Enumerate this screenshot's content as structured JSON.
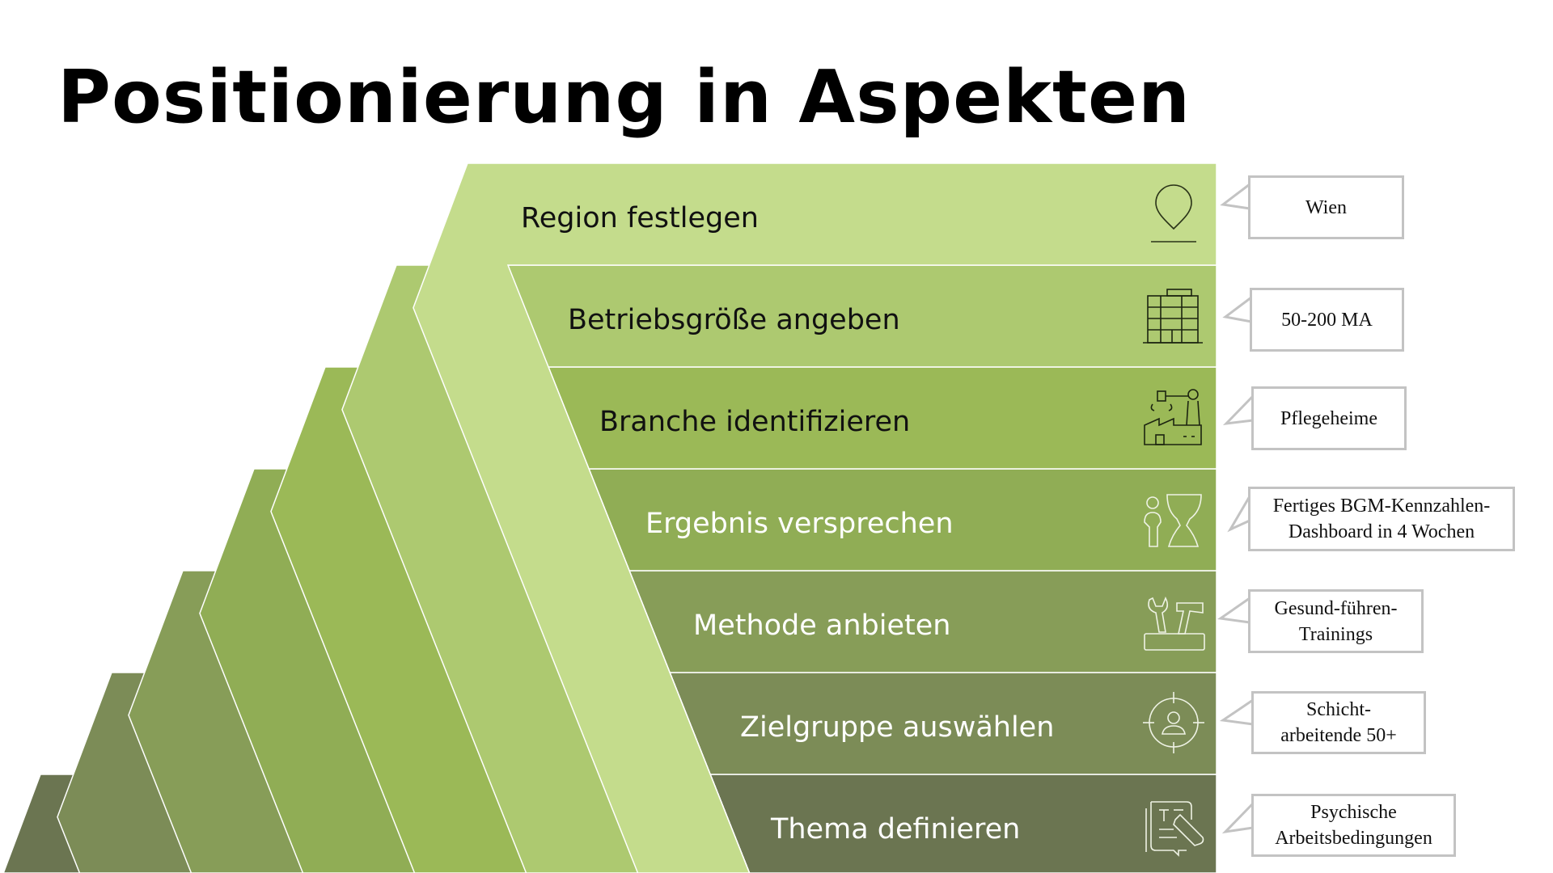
{
  "title": "Positionierung in Aspekten",
  "colors": {
    "layers": [
      "#C4DC8C",
      "#ADC970",
      "#9BB957",
      "#90AD55",
      "#879D58",
      "#7C8C57",
      "#6B7551"
    ],
    "text_dark": "#111111",
    "text_light": "#FFFFFF",
    "callout_border": "#C3C3C3"
  },
  "steps": [
    {
      "label": "Region festlegen",
      "icon": "map-pin-icon",
      "callout": "Wien"
    },
    {
      "label": "Betriebsgröße angeben",
      "icon": "building-icon",
      "callout": "50-200 MA"
    },
    {
      "label": "Branche identifizieren",
      "icon": "factory-robot-arm-icon",
      "callout": "Pflegeheime"
    },
    {
      "label": "Ergebnis versprechen",
      "icon": "person-trophy-icon",
      "callout_line1": "Fertiges BGM-Kennzahlen-",
      "callout_line2": "Dashboard in 4 Wochen"
    },
    {
      "label": "Methode anbieten",
      "icon": "toolbox-icon",
      "callout_line1": "Gesund-führen-",
      "callout_line2": "Trainings"
    },
    {
      "label": "Zielgruppe auswählen",
      "icon": "target-person-icon",
      "callout_line1": "Schicht-",
      "callout_line2": "arbeitende 50+"
    },
    {
      "label": "Thema definieren",
      "icon": "document-pencil-icon",
      "callout_line1": "Psychische",
      "callout_line2": "Arbeitsbedingungen"
    }
  ]
}
